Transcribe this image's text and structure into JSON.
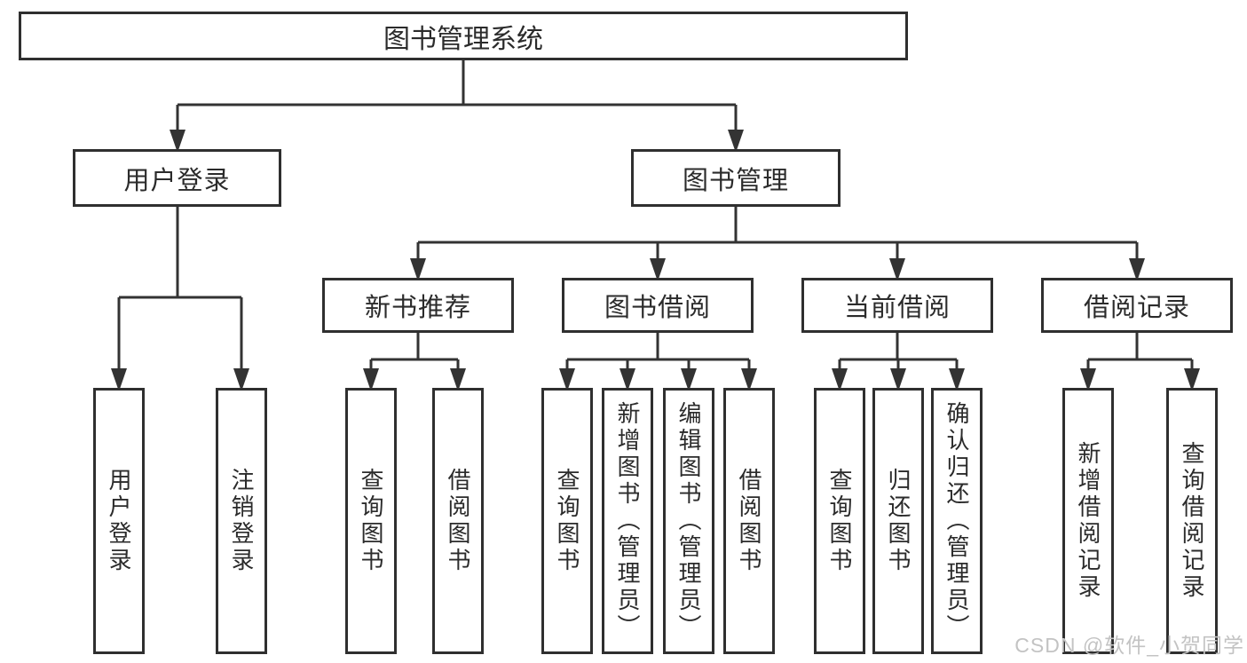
{
  "diagram": {
    "root": {
      "label": "图书管理系统"
    },
    "level2": [
      {
        "label": "用户登录"
      },
      {
        "label": "图书管理"
      }
    ],
    "level3": [
      {
        "label": "新书推荐"
      },
      {
        "label": "图书借阅"
      },
      {
        "label": "当前借阅"
      },
      {
        "label": "借阅记录"
      }
    ],
    "leaves": {
      "user_login": [
        {
          "label": "用户登录"
        },
        {
          "label": "注销登录"
        }
      ],
      "new_book_rec": [
        {
          "label": "查询图书"
        },
        {
          "label": "借阅图书"
        }
      ],
      "book_borrow": [
        {
          "label": "查询图书"
        },
        {
          "label": "新增图书（管理员）"
        },
        {
          "label": "编辑图书（管理员）"
        },
        {
          "label": "借阅图书"
        }
      ],
      "current_borrow": [
        {
          "label": "查询图书"
        },
        {
          "label": "归还图书"
        },
        {
          "label": "确认归还（管理员）"
        }
      ],
      "borrow_records": [
        {
          "label": "新增借阅记录"
        },
        {
          "label": "查询借阅记录"
        }
      ]
    }
  },
  "watermark": {
    "text": "CSDN @软件_小贺同学"
  },
  "colors": {
    "line": "#333333",
    "border": "#2f2f2f",
    "text": "#2b2b2b",
    "watermark": "#c3c3c3",
    "background": "#ffffff"
  }
}
